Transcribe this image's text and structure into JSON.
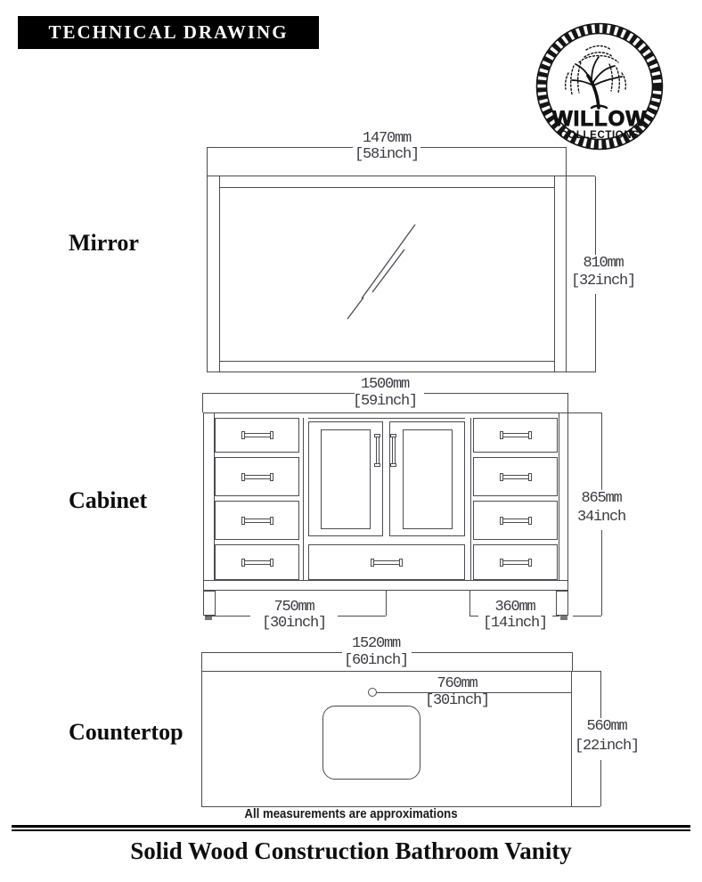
{
  "header": {
    "title": "TECHNICAL DRAWING"
  },
  "logo": {
    "brand": "WILLOW",
    "sub": "COLLECTIONS"
  },
  "sections": {
    "mirror": {
      "label": "Mirror",
      "width_mm": "1470mm",
      "width_in": "[58inch]",
      "height_mm": "810mm",
      "height_in": "[32inch]"
    },
    "cabinet": {
      "label": "Cabinet",
      "width_mm": "1500mm",
      "width_in": "[59inch]",
      "height_mm": "865mm",
      "height_in": "34inch",
      "left_span_mm": "750mm",
      "left_span_in": "[30inch]",
      "right_span_mm": "360mm",
      "right_span_in": "[14inch]"
    },
    "countertop": {
      "label": "Countertop",
      "width_mm": "1520mm",
      "width_in": "[60inch]",
      "depth_mm": "560mm",
      "depth_in": "[22inch]",
      "faucet_mm": "760mm",
      "faucet_in": "[30inch]"
    }
  },
  "notes": {
    "approximation": "All measurements are approximations"
  },
  "footer": {
    "title": "Solid Wood Construction Bathroom Vanity"
  },
  "colors": {
    "line": "#4b4b52",
    "dim_text": "#3a3a42",
    "ink": "#0d0d0d"
  }
}
